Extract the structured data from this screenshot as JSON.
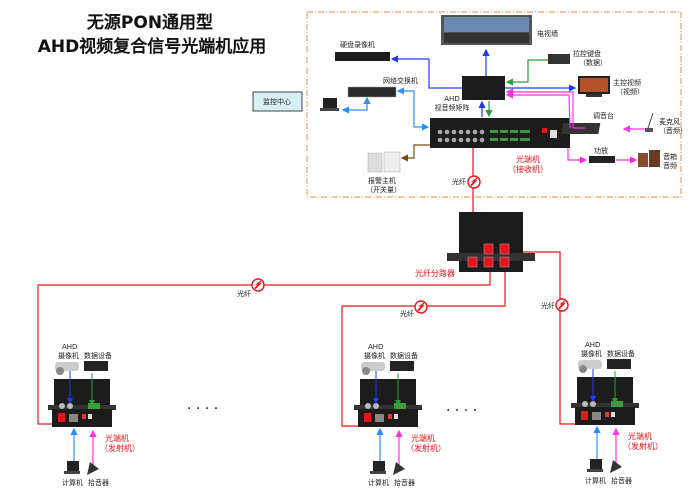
{
  "title": {
    "line1": "无源PON通用型",
    "line2": "AHD视频复合信号光端机应用"
  },
  "center": {
    "label": "监控中心",
    "tv_wall": "电视墙",
    "dvr": "硬盘录像机",
    "switch": "网络交换机",
    "matrix": {
      "line1": "AHD",
      "line2": "视音频矩阵"
    },
    "keyboard": {
      "line1": "拉控键盘",
      "line2": "（数据）"
    },
    "monitor": {
      "line1": "主控视频",
      "line2": "（视频）"
    },
    "mixer": "调音台",
    "mic": {
      "line1": "麦克风",
      "line2": "（音频）"
    },
    "amp": "功放",
    "speaker": {
      "line1": "音箱",
      "line2": "音频"
    },
    "alarm": {
      "line1": "报警主机",
      "line2": "（开关量）"
    },
    "receiver": {
      "line1": "光端机",
      "line2": "（接收机）"
    }
  },
  "fiber_label": "光纤",
  "splitter_label": "光纤分路器",
  "ellipsis": "· · · ·",
  "terminals": [
    {
      "camera": {
        "line1": "AHD",
        "line2": "摄像机"
      },
      "data": "数据设备",
      "tx": {
        "line1": "光端机",
        "line2": "（发射机）"
      },
      "pc": "计算机",
      "pickup": "拾音器"
    },
    {
      "camera": {
        "line1": "AHD",
        "line2": "摄像机"
      },
      "data": "数据设备",
      "tx": {
        "line1": "光端机",
        "line2": "（发射机）"
      },
      "pc": "计算机",
      "pickup": "拾音器"
    },
    {
      "camera": {
        "line1": "AHD",
        "line2": "摄像机"
      },
      "data": "数据设备",
      "tx": {
        "line1": "光端机",
        "line2": "（发射机）"
      },
      "pc": "计算机",
      "pickup": "拾音器"
    }
  ],
  "colors": {
    "fiber": "#e8141b",
    "video": "#1a3cff",
    "data": "#2e9e3a",
    "audio": "#ff2fe6",
    "network": "#2b8cff",
    "alarm": "#7a4a12",
    "frame": "#f08a3c",
    "center_box": "#d6f0f5"
  }
}
